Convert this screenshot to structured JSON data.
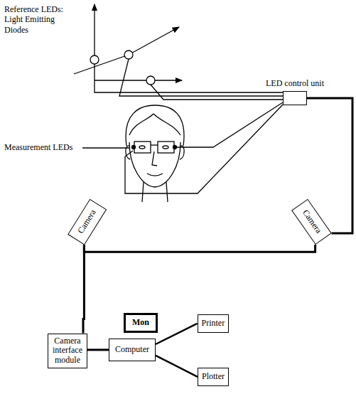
{
  "diagram": {
    "nodes": [
      {
        "text": [
          "LED control unit"
        ]
      },
      {
        "text": [
          "Camera"
        ]
      },
      {
        "text": [
          "Camera"
        ]
      },
      {
        "text": [
          "Camera interface module"
        ]
      },
      {
        "text": [
          "Mon"
        ]
      },
      {
        "text": [
          "Computer"
        ]
      },
      {
        "text": [
          "Printer"
        ]
      },
      {
        "text": [
          "Plotter"
        ]
      }
    ],
    "edges": [
      {
        "from": 0,
        "to": 2,
        "arrow": "none"
      },
      {
        "from": 2,
        "to": 1,
        "arrow": "none"
      },
      {
        "from": 1,
        "to": 3,
        "arrow": "none"
      },
      {
        "from": 3,
        "to": 5,
        "arrow": "none"
      },
      {
        "from": 5,
        "to": 6,
        "arrow": "none"
      },
      {
        "from": 5,
        "to": 7,
        "arrow": "none"
      }
    ],
    "labels": [
      "Reference LEDs: Light Emitting Diodes",
      "Measurement LEDs"
    ]
  }
}
